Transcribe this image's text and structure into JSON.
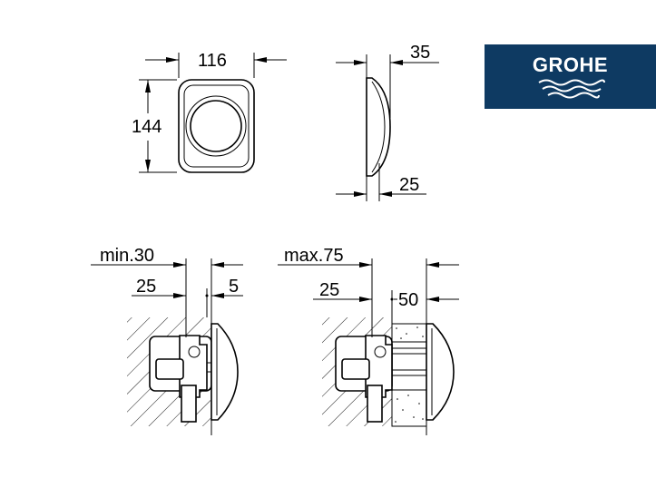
{
  "brand": {
    "name": "GROHE",
    "color": "#0e3a62"
  },
  "front_view": {
    "width_label": "116",
    "height_label": "144"
  },
  "side_view": {
    "depth_label": "35",
    "plate_label": "25"
  },
  "install_min": {
    "total_label": "min.30",
    "depth_label": "25",
    "gap_label": "5"
  },
  "install_max": {
    "total_label": "max.75",
    "depth_label": "25",
    "gap_label": "50"
  }
}
